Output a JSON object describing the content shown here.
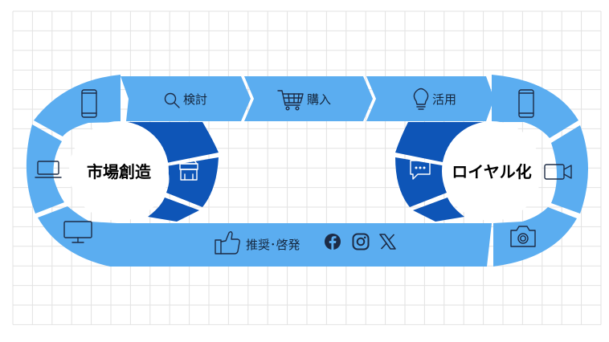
{
  "hubs": {
    "left": "市場創造",
    "right": "ロイヤル化"
  },
  "stages": {
    "consider": "検討",
    "purchase": "購入",
    "use": "活用",
    "advocate": "推奨･啓発"
  },
  "social_icons": [
    "facebook-icon",
    "instagram-icon",
    "x-icon"
  ],
  "colors": {
    "light_blue": "#5badf0",
    "dark_blue": "#0e55b7",
    "grid": "#e2e2e2",
    "text": "#14263d"
  }
}
